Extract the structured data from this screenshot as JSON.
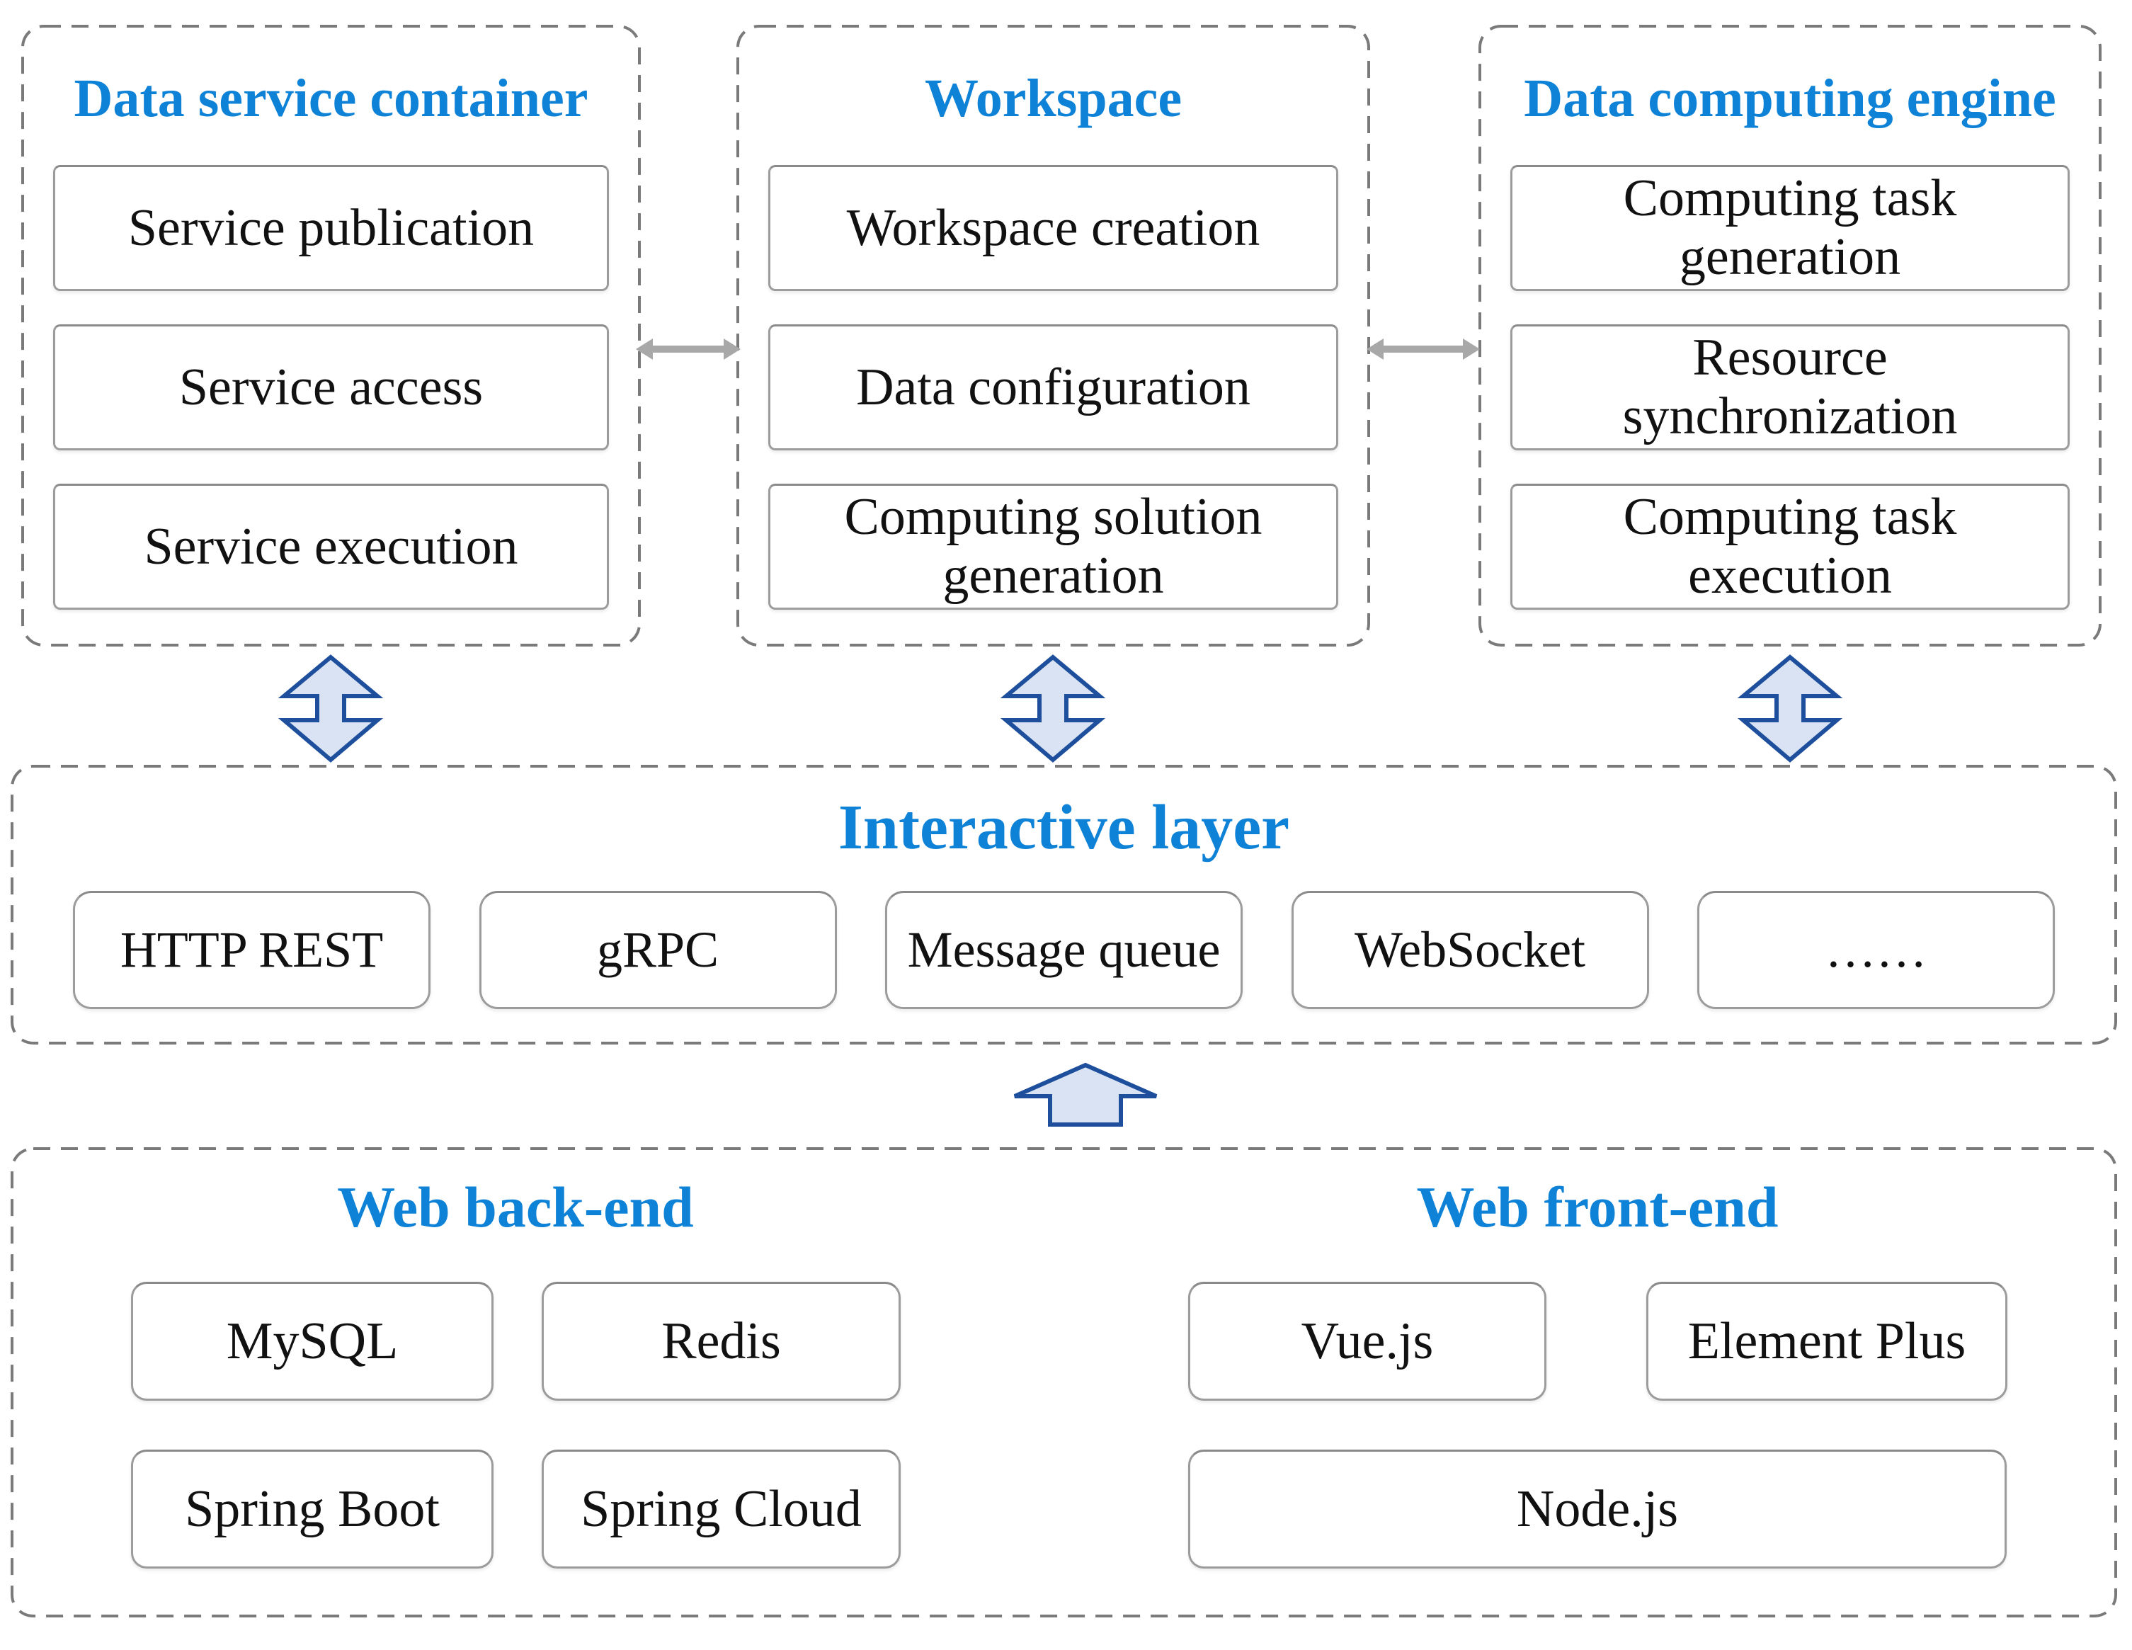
{
  "palette": {
    "title_blue": "#0e82d6",
    "dash_border": "#7a7a7a",
    "box_border": "#9c9c9c",
    "arrow_gray": "#a8a8a8",
    "arrow_fill": "#dae3f3",
    "arrow_stroke": "#1e4f9c",
    "text_black": "#111111"
  },
  "top_containers": [
    {
      "title": "Data service container",
      "boxes": [
        "Service publication",
        "Service access",
        "Service execution"
      ]
    },
    {
      "title": "Workspace",
      "boxes": [
        "Workspace creation",
        "Data configuration",
        "Computing solution\ngeneration"
      ]
    },
    {
      "title": "Data computing engine",
      "boxes": [
        "Computing task\ngeneration",
        "Resource\nsynchronization",
        "Computing task\nexecution"
      ]
    }
  ],
  "interactive_layer": {
    "title": "Interactive layer",
    "boxes": [
      "HTTP REST",
      "gRPC",
      "Message queue",
      "WebSocket",
      "……"
    ]
  },
  "bottom_layer": {
    "backend": {
      "title": "Web back-end",
      "boxes": [
        "MySQL",
        "Redis",
        "Spring Boot",
        "Spring Cloud"
      ]
    },
    "frontend": {
      "title": "Web front-end",
      "boxes": [
        "Vue.js",
        "Element Plus",
        "Node.js"
      ]
    }
  }
}
